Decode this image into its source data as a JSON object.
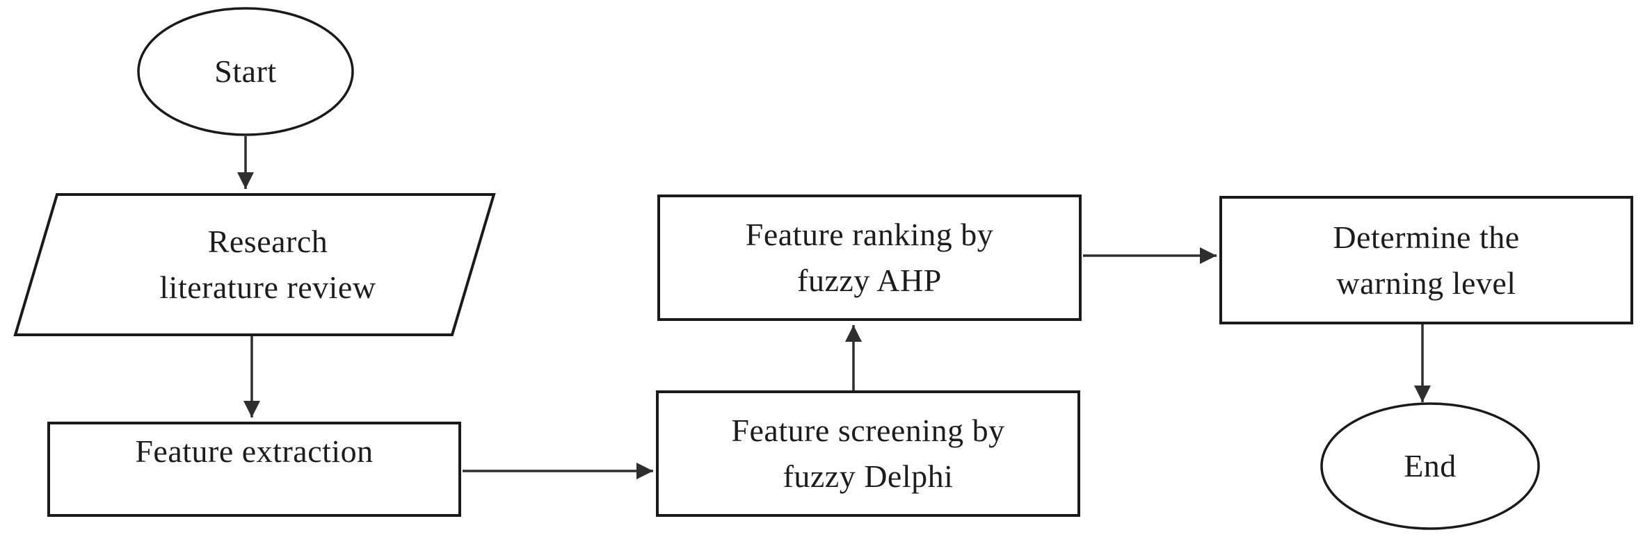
{
  "diagram": {
    "type": "flowchart",
    "background_color": "#ffffff",
    "shape_stroke_color": "#1a1a1a",
    "arrow_color": "#2e2e2e",
    "text_color": "#1c1c1c",
    "nodes": {
      "start": {
        "shape": "ellipse",
        "label": "Start"
      },
      "research": {
        "shape": "parallelogram",
        "line1": "Research",
        "line2": "literature review"
      },
      "extraction": {
        "shape": "rectangle",
        "label": "Feature extraction"
      },
      "screening": {
        "shape": "rectangle",
        "line1": "Feature screening by",
        "line2": "fuzzy Delphi"
      },
      "ranking": {
        "shape": "rectangle",
        "line1": "Feature ranking by",
        "line2": "fuzzy AHP"
      },
      "determine": {
        "shape": "rectangle",
        "line1": "Determine the",
        "line2": "warning level"
      },
      "end": {
        "shape": "ellipse",
        "label": "End"
      }
    },
    "edges": [
      {
        "from": "start",
        "to": "research",
        "direction": "down"
      },
      {
        "from": "research",
        "to": "extraction",
        "direction": "down"
      },
      {
        "from": "extraction",
        "to": "screening",
        "direction": "right"
      },
      {
        "from": "screening",
        "to": "ranking",
        "direction": "up"
      },
      {
        "from": "ranking",
        "to": "determine",
        "direction": "right"
      },
      {
        "from": "determine",
        "to": "end",
        "direction": "down"
      }
    ]
  }
}
